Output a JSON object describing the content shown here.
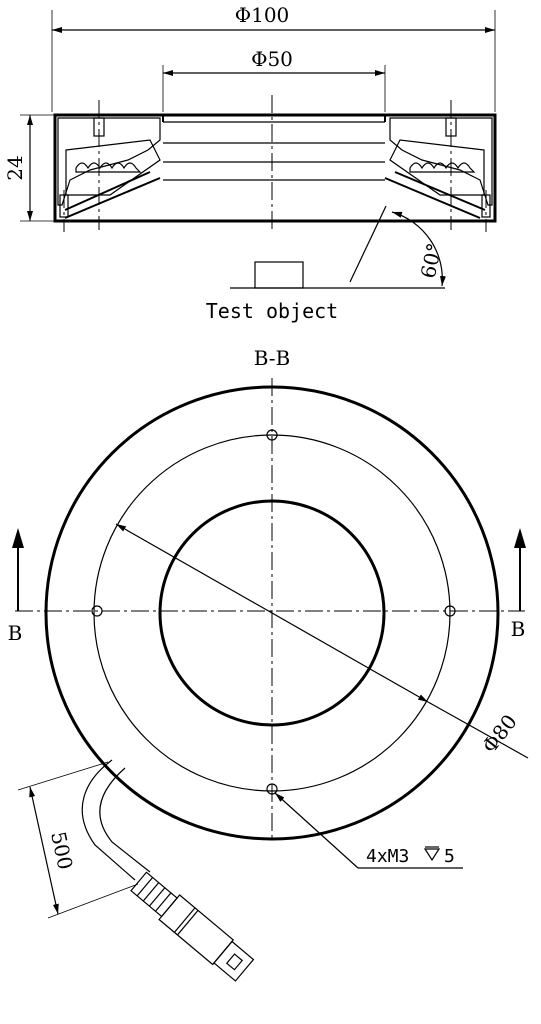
{
  "dimensions": {
    "outer_diameter": "Φ100",
    "inner_diameter": "Φ50",
    "height": "24",
    "angle": "60°",
    "bolt_circle": "Φ80",
    "holes": "4xM3",
    "holes_depth": "5",
    "cable_length": "500"
  },
  "labels": {
    "test_object": "Test object",
    "section_title": "B-B",
    "section_left": "B",
    "section_right": "B"
  },
  "colors": {
    "line": "#000000",
    "background": "#ffffff"
  }
}
